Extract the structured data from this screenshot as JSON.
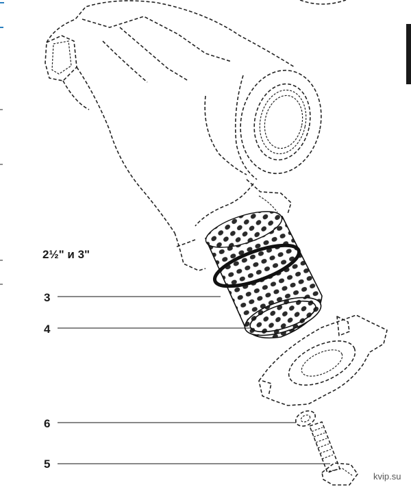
{
  "diagram": {
    "size_label": "2½\" и 3\"",
    "callouts": [
      {
        "number": "3"
      },
      {
        "number": "4"
      },
      {
        "number": "6"
      },
      {
        "number": "5"
      }
    ],
    "watermark": "kvip.su"
  }
}
